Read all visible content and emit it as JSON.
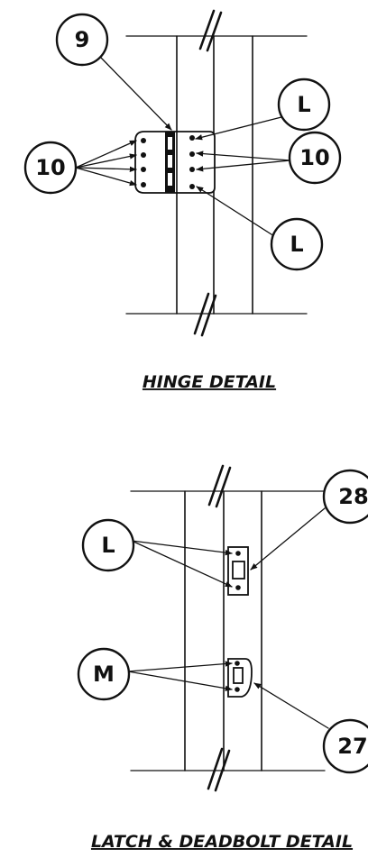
{
  "hinge_detail": {
    "title": "HINGE DETAIL",
    "callouts": {
      "hinge": "9",
      "screws_left": "10",
      "screws_right": "10",
      "top_right": "L",
      "bottom_right": "L"
    }
  },
  "latch_detail": {
    "title": "LATCH & DEADBOLT DETAIL",
    "callouts": {
      "deadbolt_screws": "L",
      "deadbolt_plate": "28",
      "latch_screws": "M",
      "latch_plate": "27"
    }
  }
}
